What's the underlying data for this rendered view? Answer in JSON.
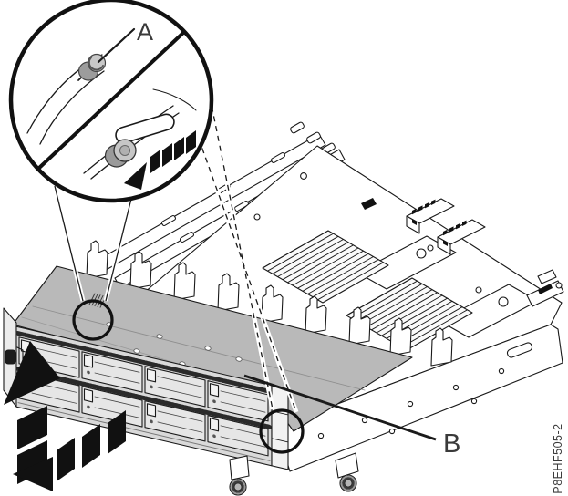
{
  "figure": {
    "callout_a": "A",
    "callout_b": "B",
    "part_number": "P8EHF505-2",
    "colors": {
      "line": "#1a1a1a",
      "shaded_cover": "#b9b9b9",
      "arrow_black": "#111111",
      "button_gray": "#c6c6c6",
      "label_text": "#3a3a3a"
    },
    "icons": {
      "magnifier_inset": "zoom-detail-circle",
      "removal_arrow_up": "segmented-arrow-up",
      "removal_arrow_out": "segmented-arrow-left",
      "slide_latch_arrow": "segmented-arrow-left-small"
    }
  }
}
